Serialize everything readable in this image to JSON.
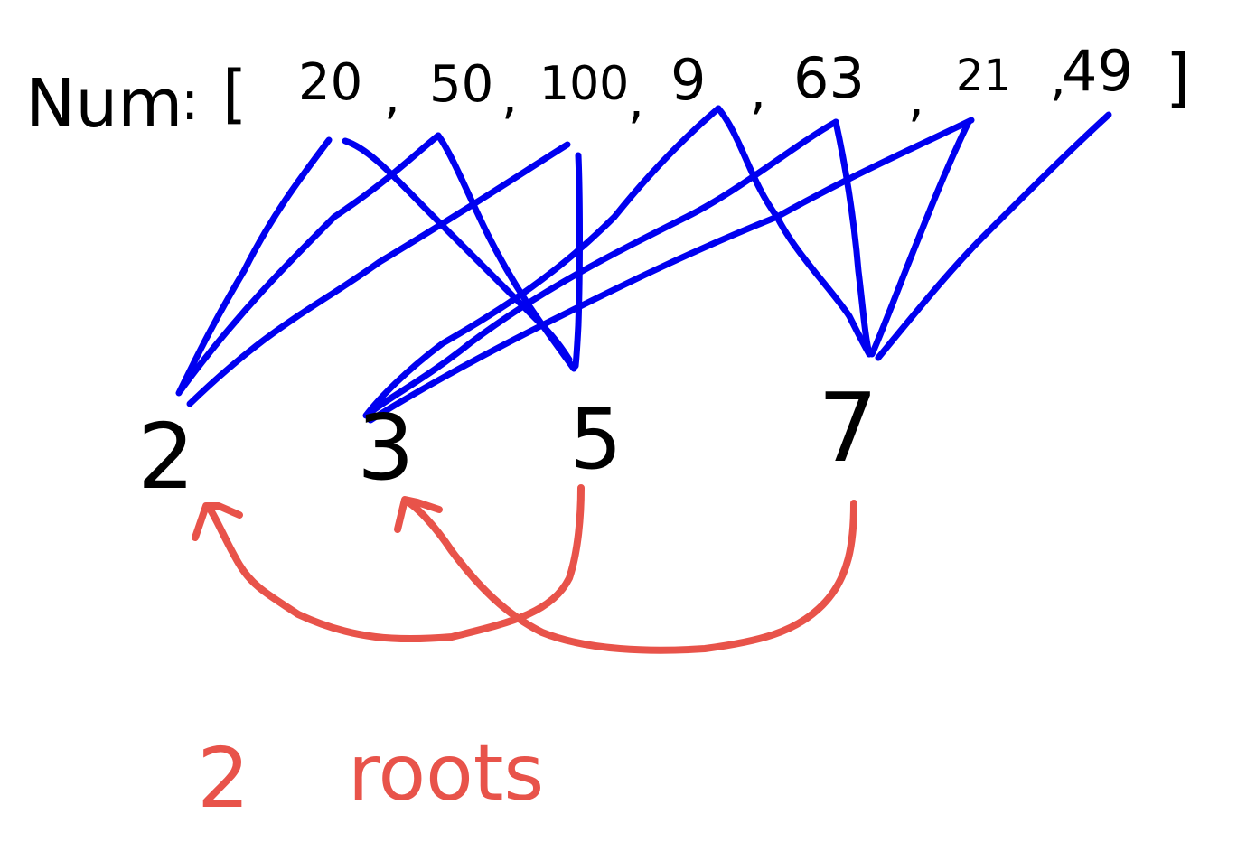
{
  "header": {
    "label": "Num",
    "colon": ":",
    "open_bracket": "[",
    "close_bracket": "]",
    "numbers": [
      "20",
      "50",
      "100",
      "9",
      "63",
      "21",
      "49"
    ],
    "separator": ","
  },
  "primes": [
    "2",
    "3",
    "5",
    "7"
  ],
  "edges": [
    {
      "from": "20",
      "to": "2"
    },
    {
      "from": "50",
      "to": "2"
    },
    {
      "from": "100",
      "to": "2"
    },
    {
      "from": "20",
      "to": "5"
    },
    {
      "from": "50",
      "to": "5"
    },
    {
      "from": "100",
      "to": "5"
    },
    {
      "from": "9",
      "to": "3"
    },
    {
      "from": "63",
      "to": "3"
    },
    {
      "from": "21",
      "to": "3"
    },
    {
      "from": "9",
      "to": "7"
    },
    {
      "from": "63",
      "to": "7"
    },
    {
      "from": "21",
      "to": "7"
    },
    {
      "from": "49",
      "to": "7"
    }
  ],
  "union_arrows": [
    {
      "from": "5",
      "to": "2"
    },
    {
      "from": "7",
      "to": "3"
    }
  ],
  "result": {
    "count": "2",
    "label": "roots"
  },
  "colors": {
    "ink": "#000000",
    "edge": "#0000F0",
    "arrow": "#E8534A",
    "background": "#FFFFFF"
  }
}
